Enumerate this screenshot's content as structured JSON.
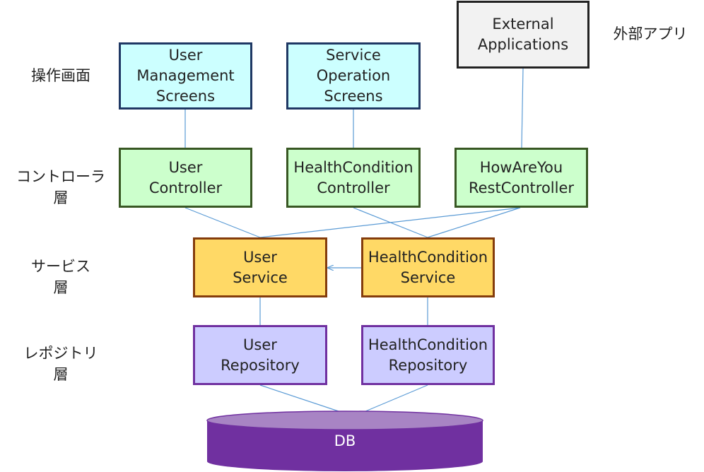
{
  "layers": {
    "screens": "操作画面",
    "controller": "コントローラ\n層",
    "service": "サービス\n層",
    "repository": "レポジトリ\n層",
    "external": "外部アプリ"
  },
  "boxes": {
    "user_management_screens": "User\nManagement\nScreens",
    "service_operation_screens": "Service\nOperation\nScreens",
    "external_applications": "External\nApplications",
    "user_controller": "User\nController",
    "healthcondition_controller": "HealthCondition\nController",
    "howareyou_rest_controller": "HowAreYou\nRestController",
    "user_service": "User\nService",
    "healthcondition_service": "HealthCondition\nService",
    "user_repository": "User\nRepository",
    "healthcondition_repository": "HealthCondition\nRepository",
    "db": "DB"
  },
  "colors": {
    "connector": "#5b9bd5",
    "screen_fill": "#ccffff",
    "screen_border": "#1f3864",
    "controller_fill": "#ccffcc",
    "controller_border": "#385723",
    "service_fill": "#ffd966",
    "service_border": "#843c0c",
    "repository_fill": "#ccccff",
    "repository_border": "#7030a0",
    "external_fill": "#f2f2f2",
    "db_body": "#7030a0",
    "db_top": "#a884c4"
  }
}
